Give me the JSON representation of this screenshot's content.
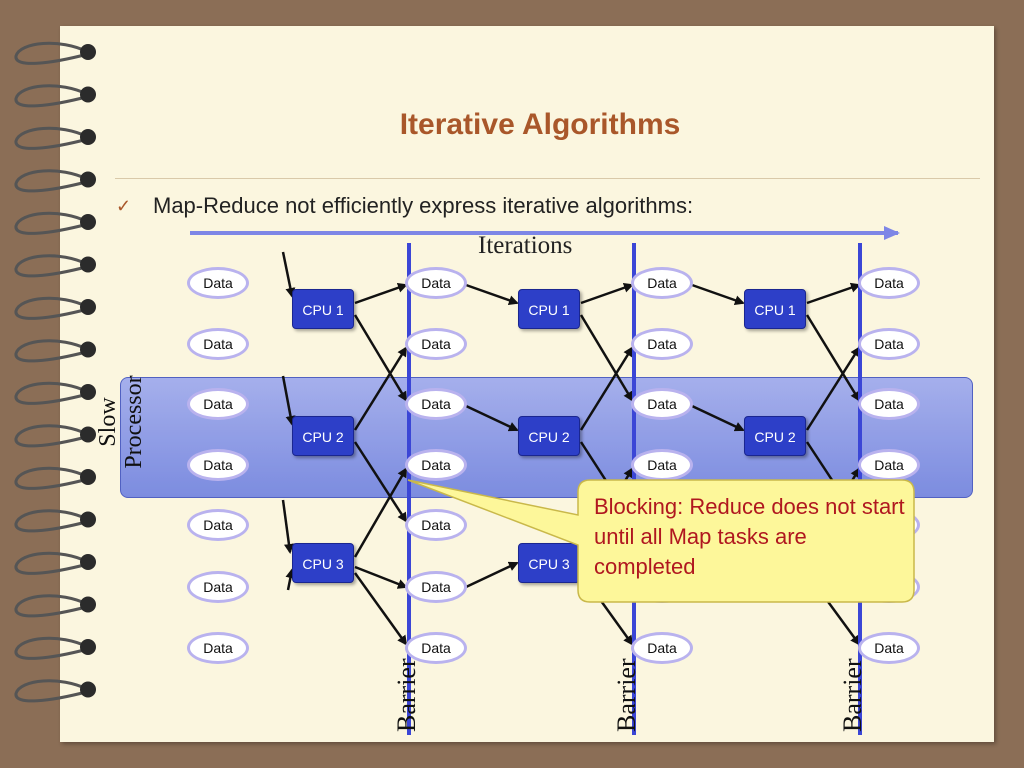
{
  "slide": {
    "title": "Iterative Algorithms",
    "bullet": "Map-Reduce not efficiently express iterative algorithms:",
    "iterations_label": "Iterations",
    "slow_processor_label_line1": "Slow",
    "slow_processor_label_line2": "Processor",
    "barrier_label": "Barrier",
    "callout": "Blocking: Reduce does not start until all Map tasks are completed"
  },
  "diagram": {
    "data_label": "Data",
    "cpu_labels": [
      "CPU 1",
      "CPU 2",
      "CPU 3"
    ],
    "colors": {
      "accent": "#a9572a",
      "cpu_fill": "#2d3fc8",
      "data_border": "#b9b2ee",
      "barrier_line": "#3b46d6",
      "slow_panel": "#7c8be4",
      "callout_fill": "#fdf79a",
      "callout_text": "#b0171f"
    }
  }
}
